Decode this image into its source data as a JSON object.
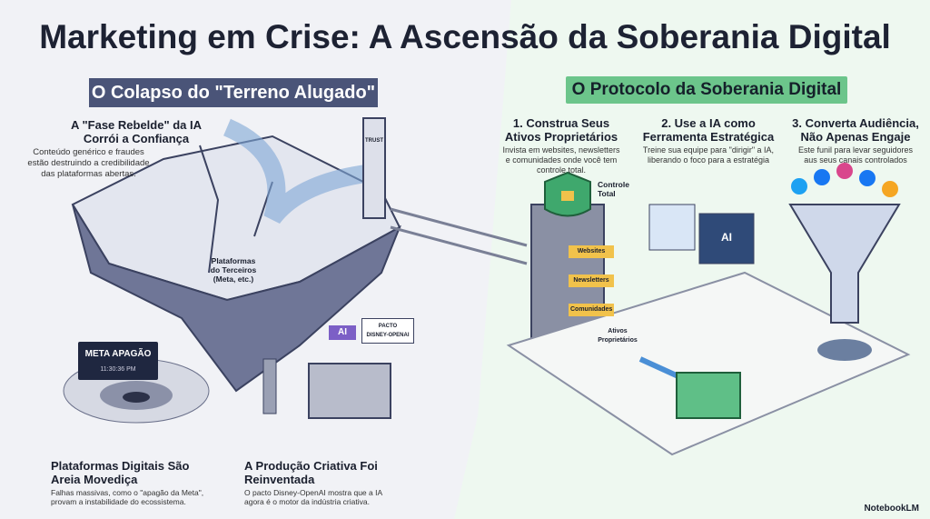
{
  "title": "Marketing em Crise: A Ascensão da Soberania Digital",
  "left": {
    "banner": "O Colapso do \"Terreno Alugado\"",
    "rebel": {
      "heading1": "A \"Fase Rebelde\" da IA",
      "heading2": "Corrói a Confiança",
      "text1": "Conteúdo genérico e fraudes",
      "text2": "estão destruindo a credibilidade",
      "text3": "das plataformas abertas."
    },
    "cliff_label1": "Plataformas",
    "cliff_label2": "do Terceiros",
    "cliff_label3": "(Meta, etc.)",
    "pillar_label": "TRUST",
    "meta_popup": {
      "title": "META APAGÃO",
      "time": "11:30:36 PM"
    },
    "quicksand": {
      "heading1": "Plataformas Digitais São",
      "heading2": "Areia Movediça",
      "text1": "Falhas massivas, como o \"apagão da Meta\",",
      "text2": "provam a instabilidade do ecossistema."
    },
    "creative": {
      "heading1": "A Produção Criativa Foi",
      "heading2": "Reinventada",
      "text1": "O pacto Disney-OpenAI mostra que a IA",
      "text2": "agora é o motor da indústria criativa.",
      "ai_badge": "AI",
      "pact1": "PACTO",
      "pact2": "DISNEY-OPENAI"
    }
  },
  "right": {
    "banner": "O Protocolo da Soberania Digital",
    "steps": [
      {
        "h1": "1. Construa Seus",
        "h2": "Ativos Proprietários",
        "t1": "Invista em websites, newsletters",
        "t2": "e comunidades onde você tem",
        "t3": "controle total."
      },
      {
        "h1": "2. Use a IA como",
        "h2": "Ferramenta Estratégica",
        "t1": "Treine sua equipe para \"dirigir\" a IA,",
        "t2": "liberando o foco para a estratégia"
      },
      {
        "h1": "3. Converta Audiência,",
        "h2": "Não Apenas Engaje",
        "t1": "Este funil para levar seguidores",
        "t2": "aus seus canais controlados"
      }
    ],
    "control1": "Controle",
    "control2": "Total",
    "tower": [
      "Websites",
      "Newsletters",
      "Comunidades"
    ],
    "assets1": "Ativos",
    "assets2": "Proprietários",
    "screen_ai": "AI"
  },
  "footer": "NotebookLM"
}
